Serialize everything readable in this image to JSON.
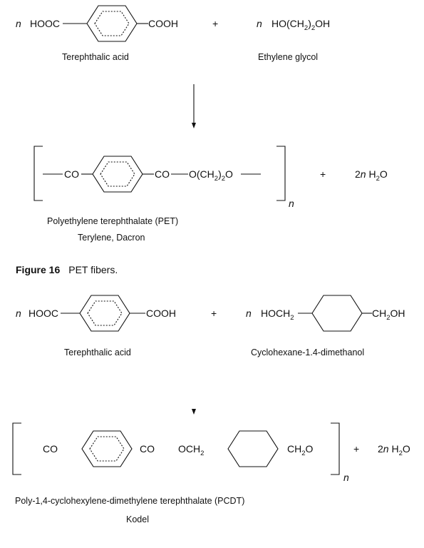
{
  "reaction1": {
    "n": "n",
    "acid_left": "HOOC",
    "acid_right": "COOH",
    "plus": "+",
    "glycol_pre": "HO(CH",
    "glycol_sub": "2",
    "glycol_post": ")",
    "glycol_sub2": "2",
    "glycol_end": "OH",
    "acid_name": "Terephthalic acid",
    "glycol_name": "Ethylene glycol"
  },
  "product1": {
    "co_left": "CO",
    "co_right": "CO",
    "ester_pre": "O(CH",
    "ester_sub": "2",
    "ester_post": ")",
    "ester_sub2": "2",
    "ester_end": "O",
    "n_sub": "n",
    "plus": "+",
    "water_coef": "2",
    "water_n": "n",
    "water_pre": " H",
    "water_sub": "2",
    "water_end": "O",
    "name": "Polyethylene terephthalate (PET)",
    "trade": "Terylene, Dacron"
  },
  "caption": {
    "label": "Figure 16",
    "text": "PET fibers."
  },
  "reaction2": {
    "n": "n",
    "acid_left": "HOOC",
    "acid_right": "COOH",
    "plus": "+",
    "diol_left_pre": "HOCH",
    "diol_left_sub": "2",
    "diol_right_pre": "CH",
    "diol_right_sub": "2",
    "diol_right_end": "OH",
    "acid_name": "Terephthalic acid",
    "diol_name": "Cyclohexane-1.4-dimethanol"
  },
  "product2": {
    "co_left": "CO",
    "co_right": "CO",
    "och_pre": "OCH",
    "och_sub": "2",
    "ch_pre": "CH",
    "ch_sub": "2",
    "ch_end": "O",
    "n_sub": "n",
    "plus": "+",
    "water_coef": "2",
    "water_n": "n",
    "water_pre": " H",
    "water_sub": "2",
    "water_end": "O",
    "name": "Poly-1,4-cyclohexylene-dimethylene terephthalate (PCDT)",
    "trade": "Kodel"
  }
}
